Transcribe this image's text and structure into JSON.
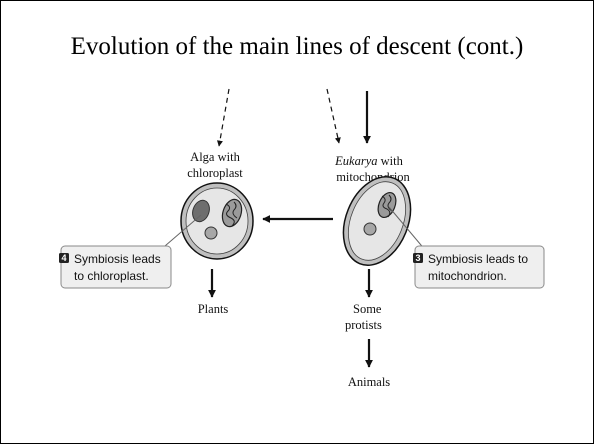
{
  "slide": {
    "title": "Evolution of the main lines of descent (cont.)"
  },
  "diagram": {
    "alga_cell": {
      "label_line1": "Alga with",
      "label_line2": "chloroplast"
    },
    "eukarya_cell": {
      "label_italic": "Eukarya",
      "label_line1_rest": " with",
      "label_line2": "mitochondrion"
    },
    "callout_chloroplast": {
      "step": "4",
      "line1": "Symbiosis leads",
      "line2": "to chloroplast."
    },
    "callout_mitochondrion": {
      "step": "3",
      "line1": "Symbiosis leads to",
      "line2": "mitochondrion."
    },
    "outcomes": {
      "plants": "Plants",
      "some_protists_line1": "Some",
      "some_protists_line2": "protists",
      "animals": "Animals"
    }
  },
  "colors": {
    "cell_fill": "#bfbfbf",
    "cell_inner": "#e6e6e6",
    "chloroplast": "#6e6e6e",
    "nucleus": "#a7a7a7",
    "callout_fill": "#efefef",
    "callout_border": "#8a8a8a",
    "ink": "#111111"
  }
}
